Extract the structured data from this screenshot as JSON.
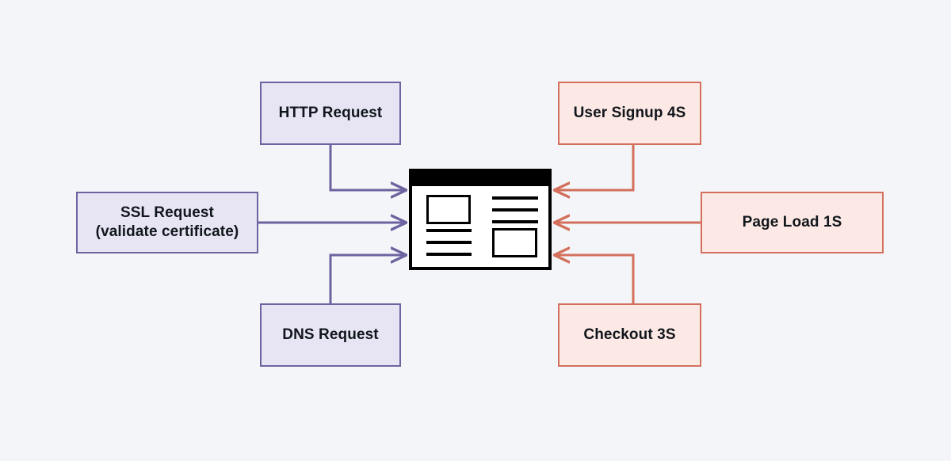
{
  "diagram": {
    "background_color": "#f4f5f8",
    "colors": {
      "purple_border": "#6d63a0",
      "purple_fill": "#e7e5f3",
      "salmon_border": "#d3705d",
      "salmon_fill": "#fce9e5",
      "icon_black": "#000000",
      "text": "#11161c"
    },
    "left_nodes": [
      {
        "id": "http-request",
        "label": "HTTP Request",
        "group": "purple"
      },
      {
        "id": "ssl-request",
        "label": "SSL Request\n(validate certificate)",
        "group": "purple"
      },
      {
        "id": "dns-request",
        "label": "DNS Request",
        "group": "purple"
      }
    ],
    "right_nodes": [
      {
        "id": "user-signup",
        "label": "User Signup 4S",
        "group": "salmon"
      },
      {
        "id": "page-load",
        "label": "Page Load 1S",
        "group": "salmon"
      },
      {
        "id": "checkout",
        "label": "Checkout 3S",
        "group": "salmon"
      }
    ],
    "center_node": {
      "id": "webpage-icon",
      "name": "webpage-mockup-icon",
      "description": "webpage"
    },
    "connectors": [
      {
        "from": "http-request",
        "to": "webpage-icon",
        "color": "#6d63a0",
        "direction": "right"
      },
      {
        "from": "ssl-request",
        "to": "webpage-icon",
        "color": "#6d63a0",
        "direction": "right"
      },
      {
        "from": "dns-request",
        "to": "webpage-icon",
        "color": "#6d63a0",
        "direction": "right"
      },
      {
        "from": "user-signup",
        "to": "webpage-icon",
        "color": "#d3705d",
        "direction": "left"
      },
      {
        "from": "page-load",
        "to": "webpage-icon",
        "color": "#d3705d",
        "direction": "left"
      },
      {
        "from": "checkout",
        "to": "webpage-icon",
        "color": "#d3705d",
        "direction": "left"
      }
    ]
  }
}
